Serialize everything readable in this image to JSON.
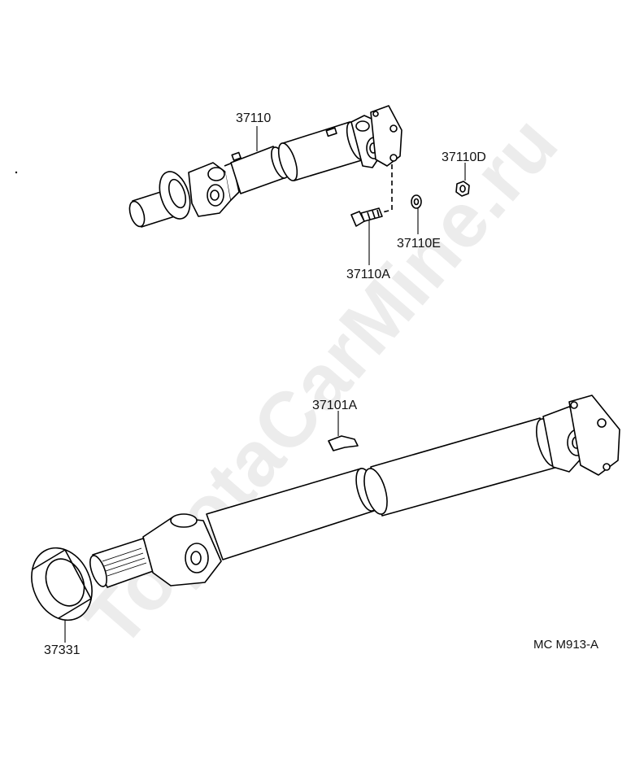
{
  "watermark": "ToyotaCarMine.ru",
  "labels": {
    "shaft_upper": "37110",
    "bolt": "37110A",
    "washer": "37110E",
    "nut": "37110D",
    "sleeve": "37101A",
    "dust_seal": "37331"
  },
  "diagram_code": "MC M913-A"
}
